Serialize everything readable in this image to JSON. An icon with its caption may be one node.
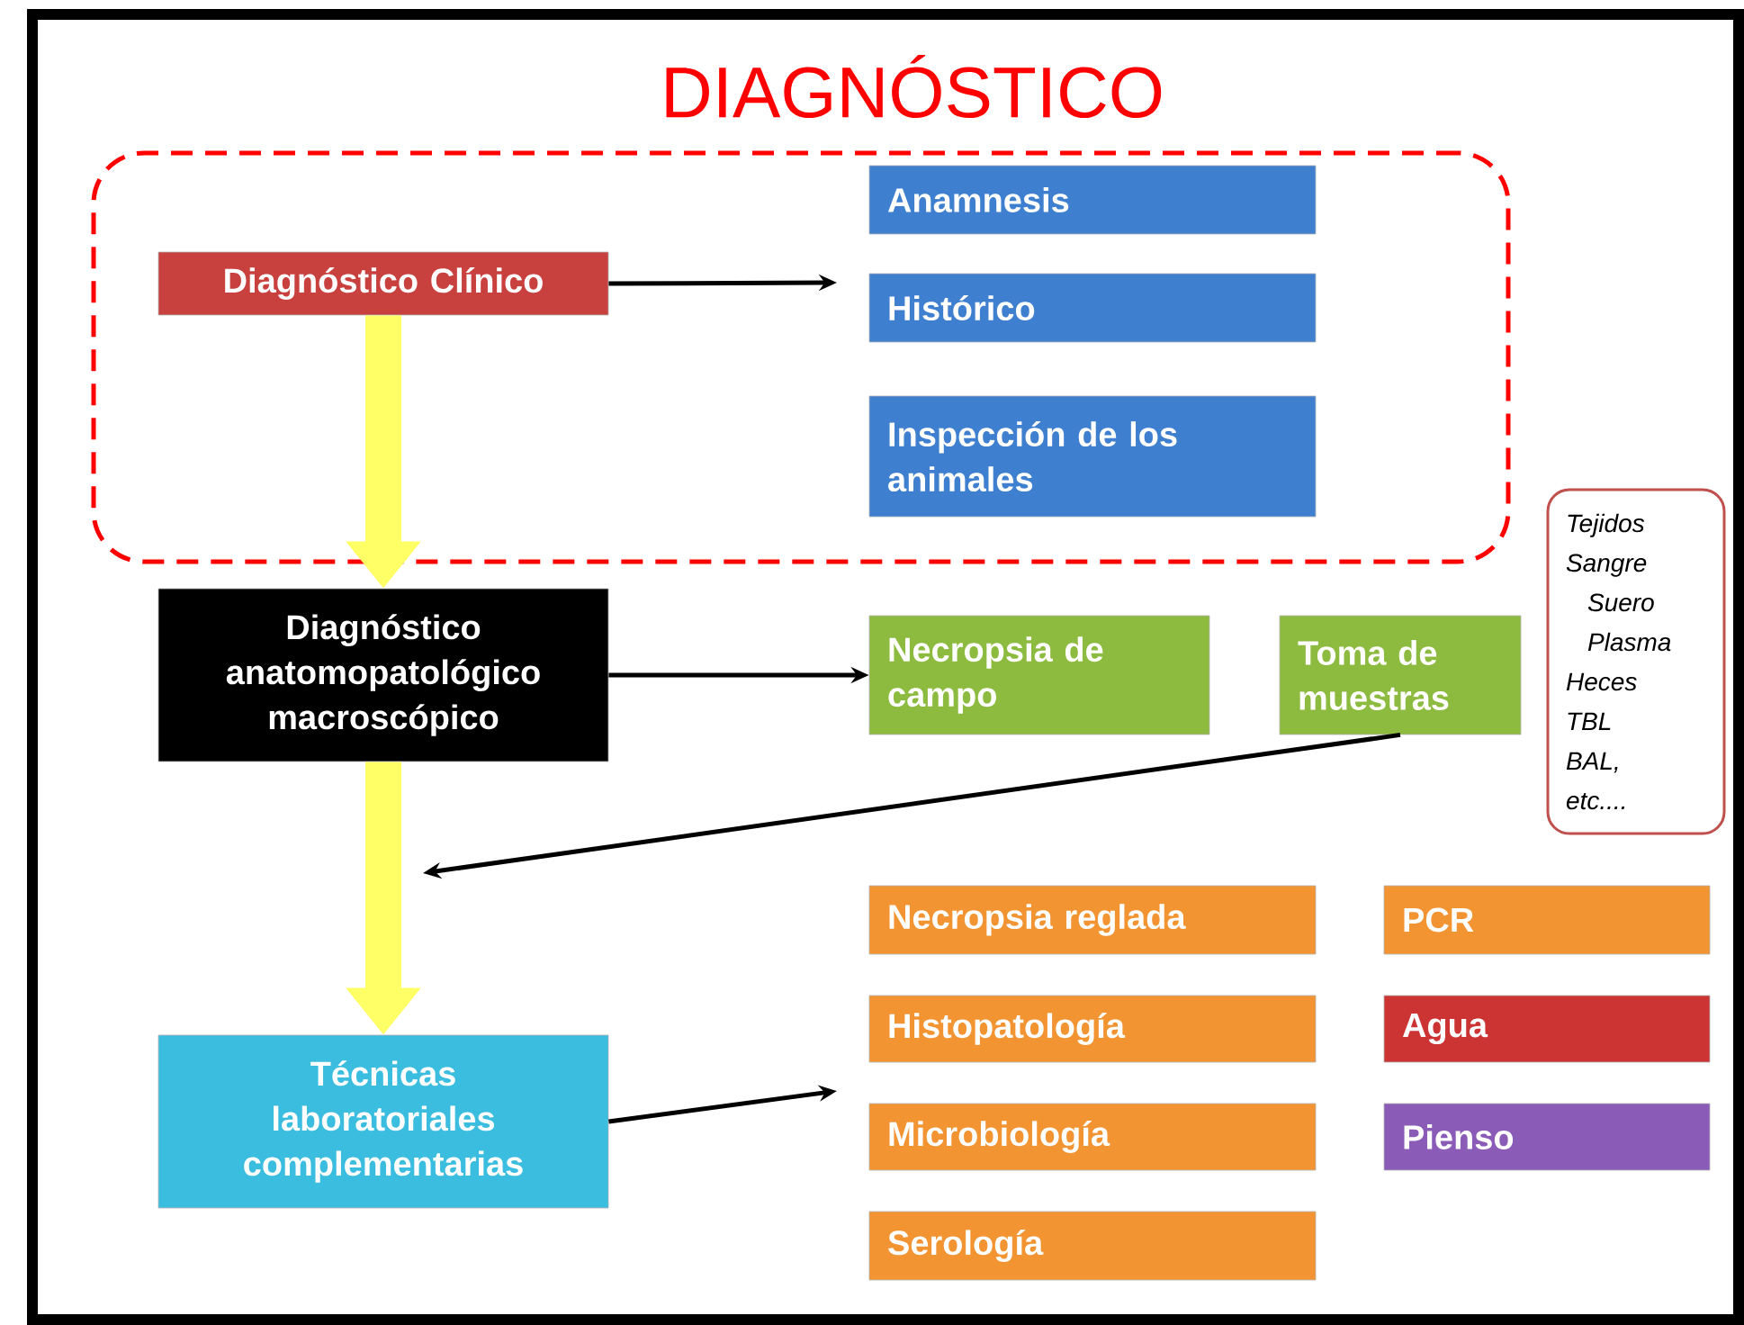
{
  "diagram": {
    "title": "DIAGNÓSTICO",
    "nodes": [
      {
        "text": [],
        "shape": "box"
      },
      {
        "text": [
          "Diagnóstico Clínico"
        ],
        "in": 0
      },
      {
        "text": [
          "Anamnesis"
        ],
        "in": 0
      },
      {
        "text": [
          "Histórico"
        ],
        "in": 0
      },
      {
        "text": [
          "Inspección de los animales"
        ],
        "in": 0
      },
      {
        "text": [
          "Diagnóstico anatomopatológico macroscópico"
        ]
      },
      {
        "text": [
          "Necropsia de campo"
        ]
      },
      {
        "text": [
          "Toma de muestras"
        ]
      },
      {
        "text": [
          "Tejidos",
          "Sangre",
          "Suero",
          "Plasma",
          "Heces",
          "TBL",
          "BAL,",
          "etc...."
        ]
      },
      {
        "text": [
          "Técnicas laboratoriales complementarias"
        ]
      },
      {
        "text": [
          "Necropsia reglada"
        ]
      },
      {
        "text": [
          "PCR"
        ]
      },
      {
        "text": [
          "Histopatología"
        ]
      },
      {
        "text": [
          "Agua"
        ]
      },
      {
        "text": [
          "Microbiología"
        ]
      },
      {
        "text": [
          "Pienso"
        ]
      },
      {
        "text": [
          "Serología"
        ]
      }
    ],
    "edges": [
      {
        "from": 1,
        "to": null,
        "arrow": "to"
      },
      {
        "from": 1,
        "to": 5,
        "arrow": "to",
        "style": "thick",
        "color": "#ffff66"
      },
      {
        "from": 5,
        "to": 6,
        "arrow": "to"
      },
      {
        "from": 7,
        "to": null,
        "arrow": "to"
      },
      {
        "from": 5,
        "to": 9,
        "arrow": "to",
        "style": "thick",
        "color": "#ffff66"
      },
      {
        "from": 9,
        "to": null,
        "arrow": "to"
      }
    ]
  }
}
